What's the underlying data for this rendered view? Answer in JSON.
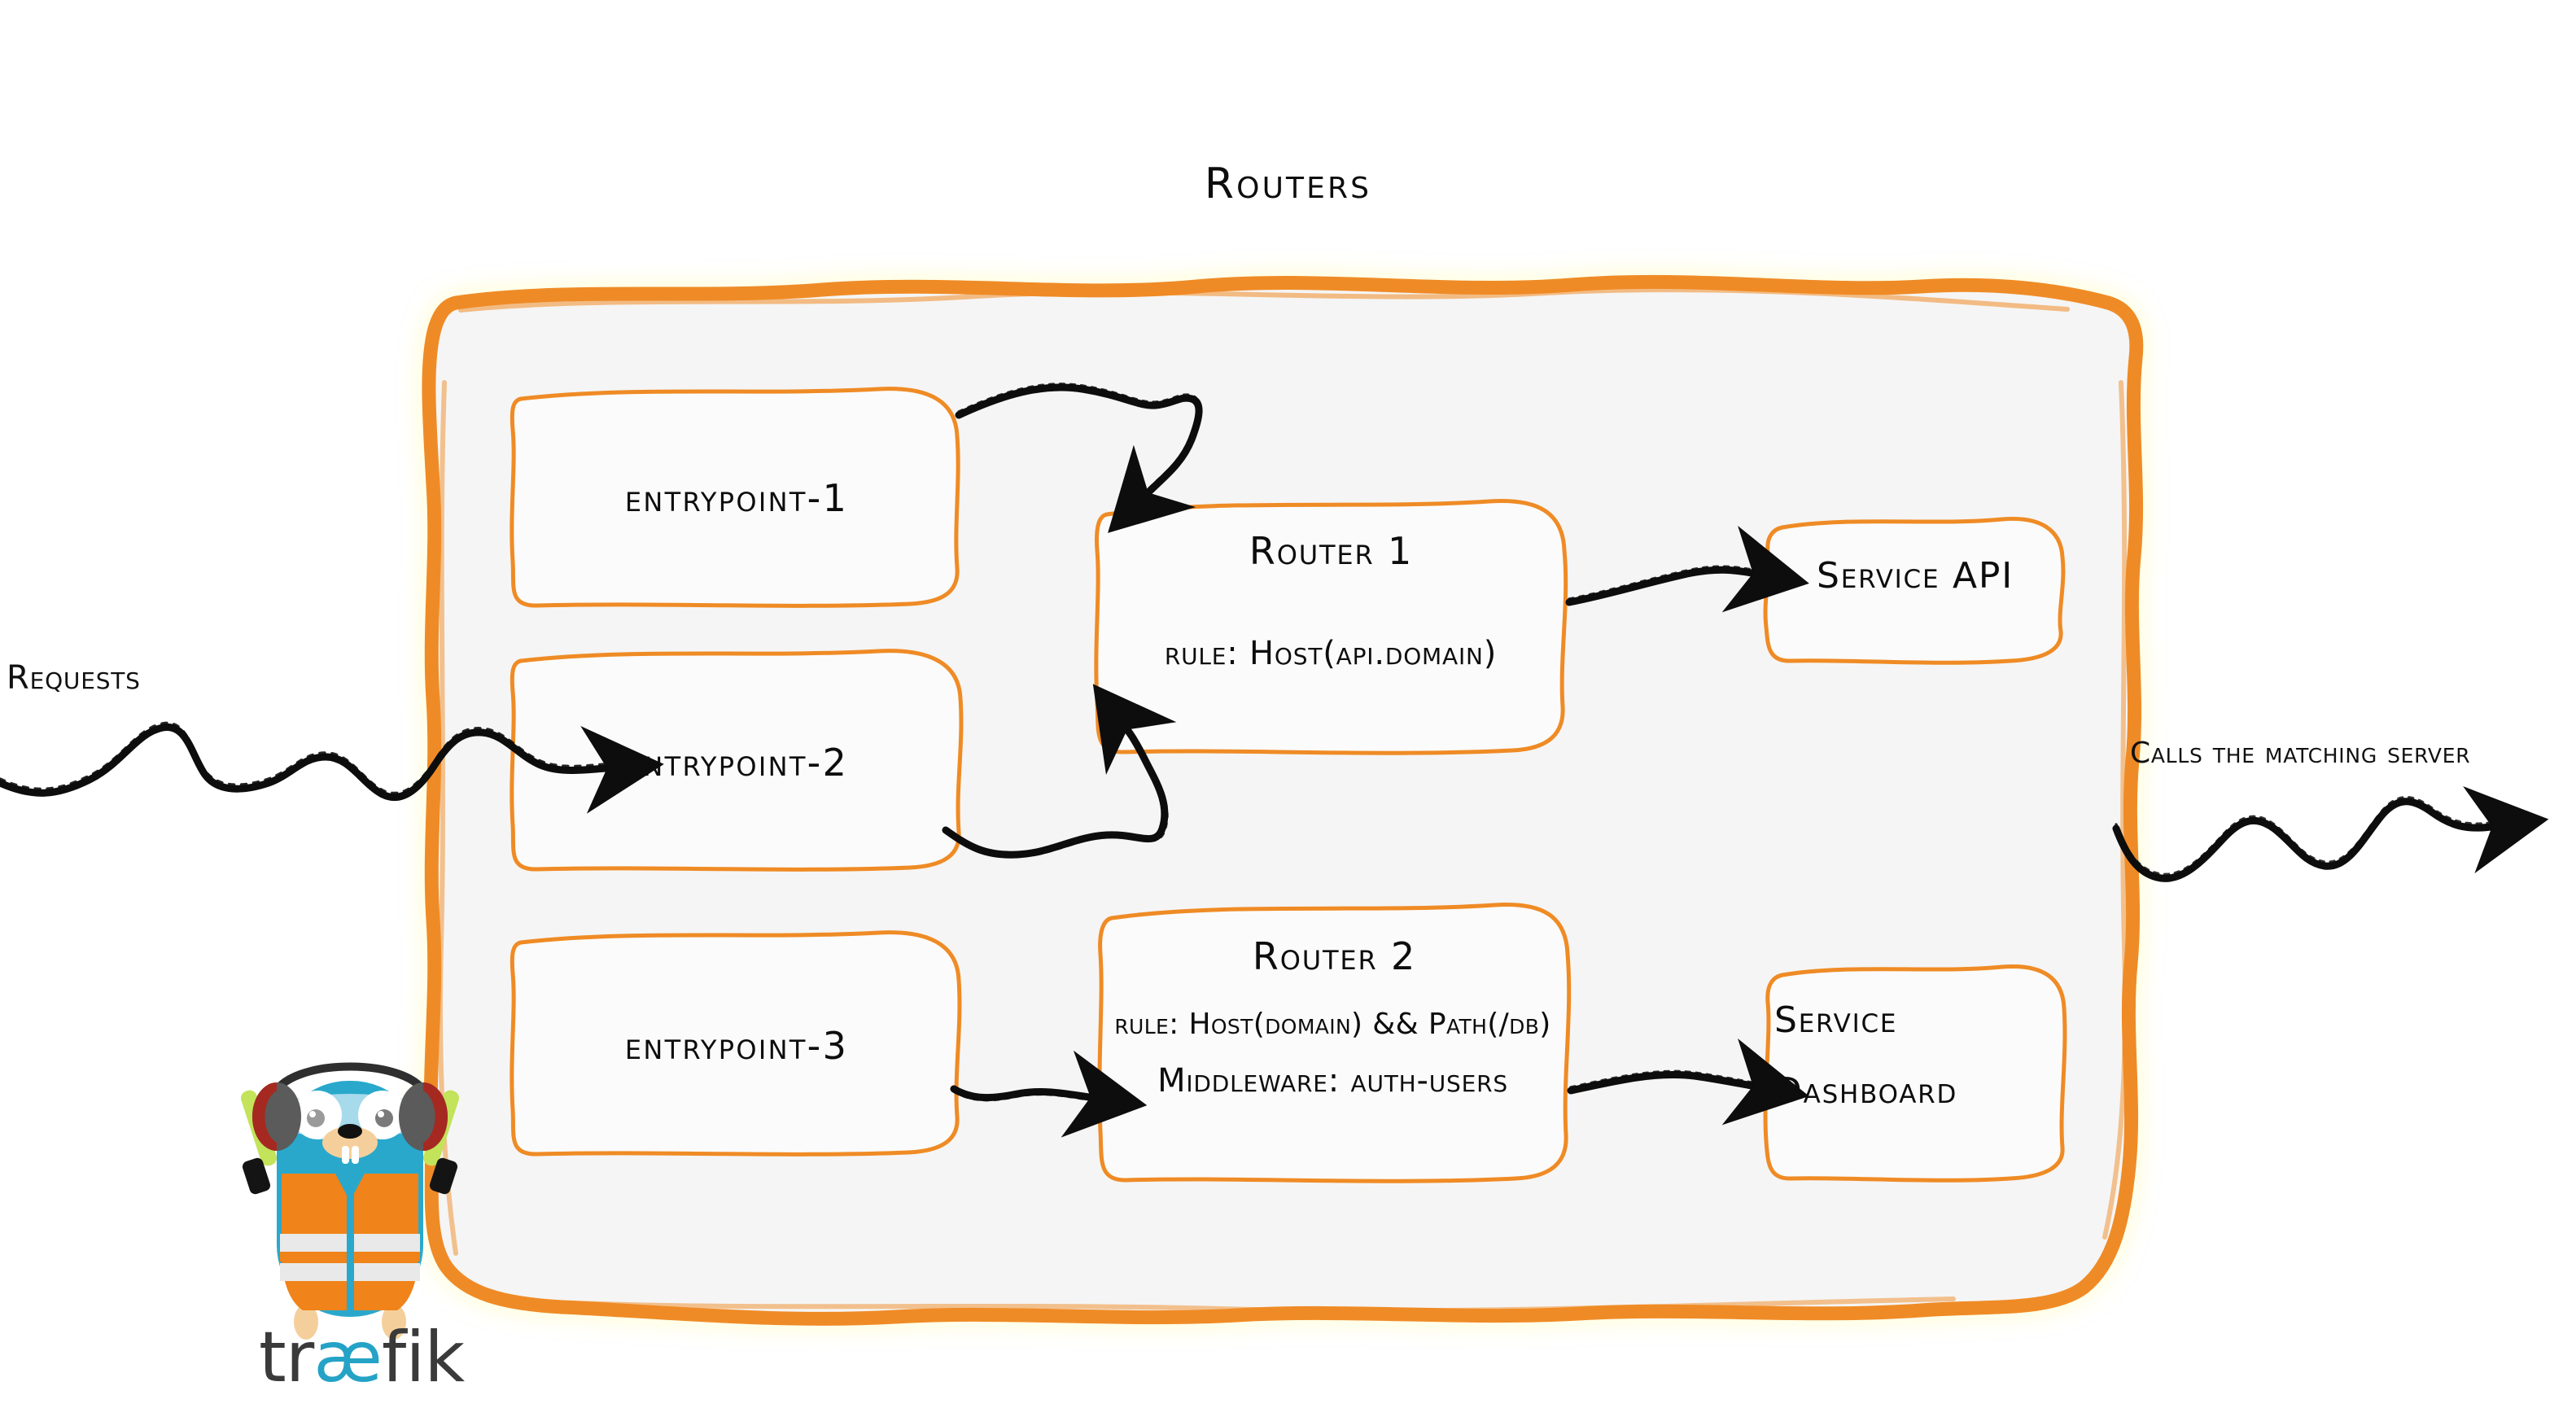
{
  "diagram": {
    "title": "Routers",
    "product": "traefik",
    "colors": {
      "accent_orange": "#ef8b25",
      "container_fill": "#f5f5f5",
      "box_fill": "#fbfbfb",
      "ink": "#111111",
      "logo_blue": "#24a3c6",
      "logo_orange": "#f08319",
      "logo_dark": "#3a3a3a"
    }
  },
  "labels": {
    "requests": "Requests",
    "calls_the_matching_server": "Calls the matching server"
  },
  "entrypoints": [
    {
      "name": "entrypoint-1"
    },
    {
      "name": "entrypoint-2"
    },
    {
      "name": "entrypoint-3"
    }
  ],
  "routers": [
    {
      "name": "Router 1",
      "lines": [
        "rule: Host(api.domain)"
      ]
    },
    {
      "name": "Router 2",
      "lines": [
        "rule: Host(domain) && Path(/db)",
        "Middleware: auth-users"
      ]
    }
  ],
  "services": [
    {
      "name": "Service API",
      "lines": [
        "Service API"
      ]
    },
    {
      "name": "Service Dashboard",
      "lines": [
        "Service",
        "Dashboard"
      ]
    }
  ],
  "logo": {
    "wordmark_part1": "tr",
    "wordmark_part2": "æ",
    "wordmark_part3": "fik"
  }
}
